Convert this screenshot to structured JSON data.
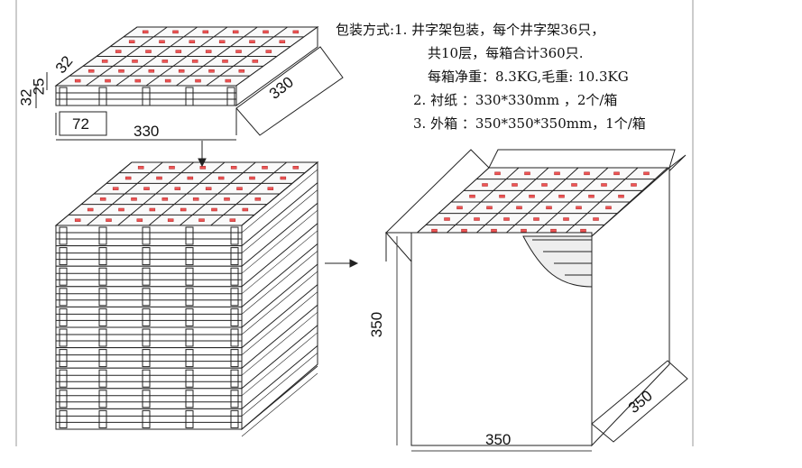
{
  "spec": {
    "line1": "包装方式:1. 井字架包装，每个井字架36只，",
    "line2": "共10层，每箱合计360只.",
    "line3": "每箱净重：8.3KG,毛重: 10.3KG",
    "line4": "2. 衬纸   ：330*330mm ，2个/箱",
    "line5": "3. 外箱   ：350*350*350mm，1个/箱"
  },
  "dims": {
    "top_depth": "330",
    "top_width": "330",
    "cell": "72",
    "height_a": "32",
    "height_b": "25",
    "top_32": "32",
    "box_height": "350",
    "box_width": "350",
    "box_depth": "350"
  }
}
